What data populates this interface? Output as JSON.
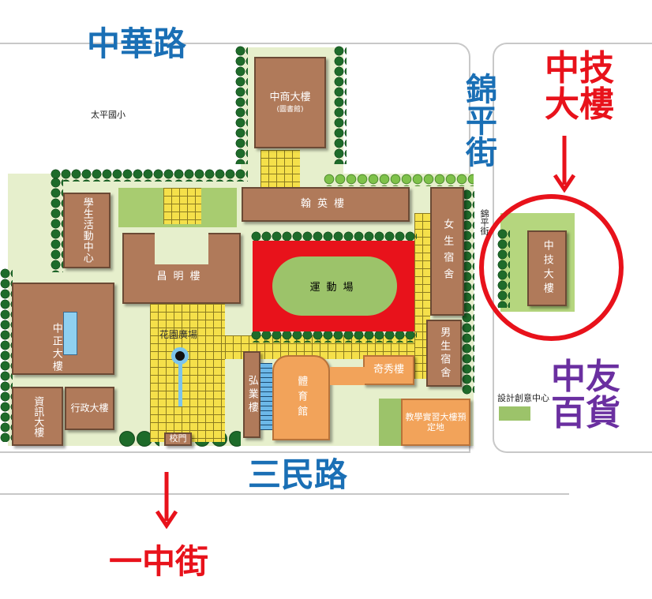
{
  "roads": {
    "north": "中華路",
    "east": "錦平街",
    "east_small": "錦平街",
    "south": "三民路",
    "south_branch": "一中街"
  },
  "landmarks": {
    "school_neighbor": "太平國小",
    "design_center": "設計創意中心",
    "highlight_building_label": [
      "中技",
      "大樓"
    ],
    "department_store": [
      "中友",
      "百貨"
    ]
  },
  "buildings": {
    "zhongshang": "中商大樓",
    "library_note": "(圖書館)",
    "hanying": "翰英樓",
    "student_center": "學生活動中心",
    "changming": "昌明樓",
    "track": "運動場",
    "girls_dorm": "女生宿舍",
    "boys_dorm": "男生宿舍",
    "zhongzheng": "中正大樓",
    "garden_plaza": "花園廣場",
    "info": "資訊大樓",
    "admin": "行政大樓",
    "hongye": "弘業樓",
    "gym": "體育館",
    "qixiu": "奇秀樓",
    "practice_site": "教學實習大樓預定地",
    "gate": "校門",
    "zhongji": "中技大樓"
  },
  "colors": {
    "road_blue": "#1a6fb5",
    "highlight_red": "#e8121b",
    "store_purple": "#6a2fa0"
  }
}
